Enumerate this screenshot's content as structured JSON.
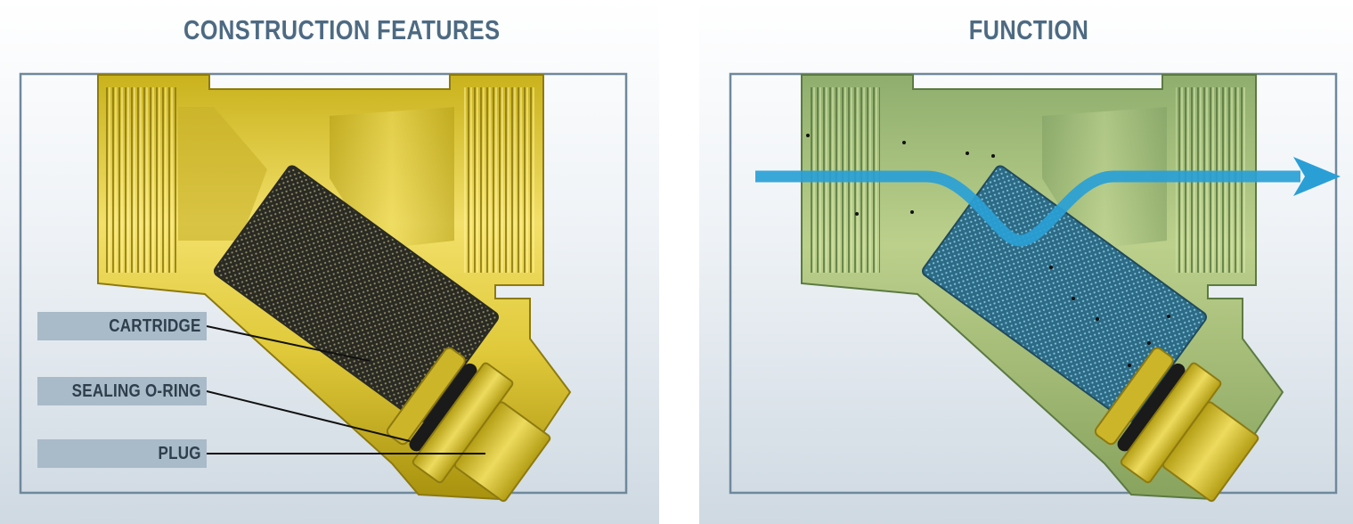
{
  "panels": {
    "left": {
      "title": "CONSTRUCTION FEATURES"
    },
    "right": {
      "title": "FUNCTION"
    }
  },
  "callouts": {
    "cartridge": "CARTRIDGE",
    "sealing_o_ring": "SEALING O-RING",
    "plug": "PLUG"
  },
  "colors": {
    "brass": "#d9c43a",
    "brass_dark": "#8d7a10",
    "brass_tinted": "#a8c07a",
    "flow_arrow": "#2a9fd6",
    "heading": "#4d6a82",
    "callout_box": "#a9bac8",
    "o_ring": "#1a1a1a"
  }
}
